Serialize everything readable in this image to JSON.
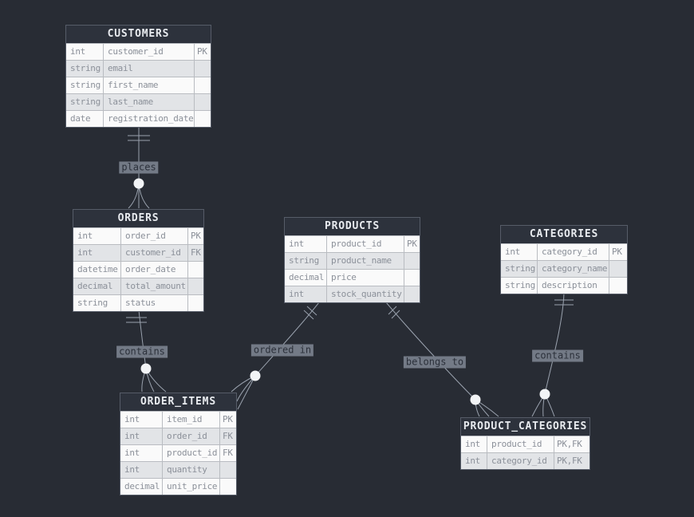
{
  "theme": {
    "background": "#282c34",
    "line_color": "#9aa2ae",
    "table_header_bg": "#2d323c",
    "table_header_text": "#e8ebef",
    "row_bg": "#fafafa",
    "row_bg_alt": "#e2e4e7",
    "row_text": "#8b9099",
    "label_bg": "#737a86",
    "label_text": "#2b303a"
  },
  "entities": [
    {
      "name": "CUSTOMERS",
      "rows": [
        {
          "type": "int",
          "name": "customer_id",
          "key": "PK"
        },
        {
          "type": "string",
          "name": "email",
          "key": ""
        },
        {
          "type": "string",
          "name": "first_name",
          "key": ""
        },
        {
          "type": "string",
          "name": "last_name",
          "key": ""
        },
        {
          "type": "date",
          "name": "registration_date",
          "key": ""
        }
      ]
    },
    {
      "name": "ORDERS",
      "rows": [
        {
          "type": "int",
          "name": "order_id",
          "key": "PK"
        },
        {
          "type": "int",
          "name": "customer_id",
          "key": "FK"
        },
        {
          "type": "datetime",
          "name": "order_date",
          "key": ""
        },
        {
          "type": "decimal",
          "name": "total_amount",
          "key": ""
        },
        {
          "type": "string",
          "name": "status",
          "key": ""
        }
      ]
    },
    {
      "name": "PRODUCTS",
      "rows": [
        {
          "type": "int",
          "name": "product_id",
          "key": "PK"
        },
        {
          "type": "string",
          "name": "product_name",
          "key": ""
        },
        {
          "type": "decimal",
          "name": "price",
          "key": ""
        },
        {
          "type": "int",
          "name": "stock_quantity",
          "key": ""
        }
      ]
    },
    {
      "name": "CATEGORIES",
      "rows": [
        {
          "type": "int",
          "name": "category_id",
          "key": "PK"
        },
        {
          "type": "string",
          "name": "category_name",
          "key": ""
        },
        {
          "type": "string",
          "name": "description",
          "key": ""
        }
      ]
    },
    {
      "name": "ORDER_ITEMS",
      "rows": [
        {
          "type": "int",
          "name": "item_id",
          "key": "PK"
        },
        {
          "type": "int",
          "name": "order_id",
          "key": "FK"
        },
        {
          "type": "int",
          "name": "product_id",
          "key": "FK"
        },
        {
          "type": "int",
          "name": "quantity",
          "key": ""
        },
        {
          "type": "decimal",
          "name": "unit_price",
          "key": ""
        }
      ]
    },
    {
      "name": "PRODUCT_CATEGORIES",
      "rows": [
        {
          "type": "int",
          "name": "product_id",
          "key": "PK,FK"
        },
        {
          "type": "int",
          "name": "category_id",
          "key": "PK,FK"
        }
      ]
    }
  ],
  "relationships": [
    {
      "label": "places",
      "from": "CUSTOMERS",
      "to": "ORDERS"
    },
    {
      "label": "contains",
      "from": "ORDERS",
      "to": "ORDER_ITEMS"
    },
    {
      "label": "ordered in",
      "from": "PRODUCTS",
      "to": "ORDER_ITEMS"
    },
    {
      "label": "belongs to",
      "from": "PRODUCTS",
      "to": "PRODUCT_CATEGORIES"
    },
    {
      "label": "contains",
      "from": "CATEGORIES",
      "to": "PRODUCT_CATEGORIES"
    }
  ]
}
